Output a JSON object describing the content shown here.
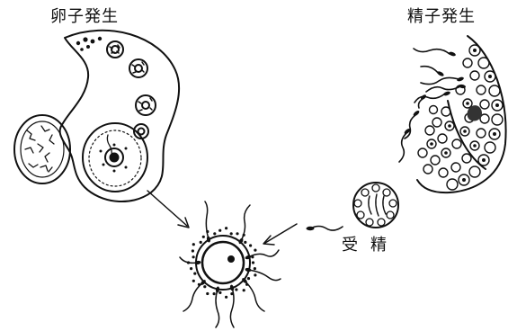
{
  "labels": {
    "oogenesis": "卵子発生",
    "spermatogenesis": "精子発生",
    "fertilization": "受精"
  },
  "colors": {
    "ink": "#111111",
    "paper": "#ffffff"
  }
}
